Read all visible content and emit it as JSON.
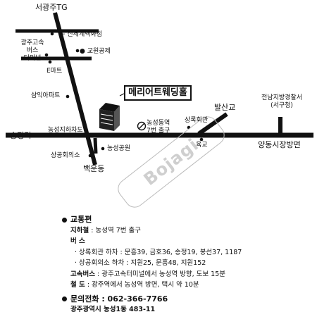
{
  "map": {
    "labels": {
      "north_station": "서광주TG",
      "shinsegae": "신세계백화점",
      "bus_terminal": "광주고속\n버스\n터미널",
      "gwangju_gongje": "교원공제",
      "emart": "E마트",
      "samik_apt": "삼익아파트",
      "nongseong_underpass": "농성지하차도",
      "songjeong": "송정리",
      "sanggong": "상공회의소",
      "nongseong_park": "농성공원",
      "baegundong": "백운동",
      "venue": "메리어트웨딩홀",
      "nongseong_station": "농성동역\n7번 출구",
      "sangrok_hall": "상록회관",
      "balsangyo": "발산교",
      "yukgyo": "육교",
      "prosecutor": "전남지방경찰서\n(서구청)",
      "yangdong": "양동시장방면"
    },
    "watermark": "Bojagi"
  },
  "info": {
    "transport_head": "교통편",
    "subway_key": "지하철",
    "subway_val": " : 농성역 7번 출구",
    "bus_key": "버    스",
    "bus_line1": "· 상록회관 하차 : 문흥39, 금호36, 송정19, 봉선37, 1187",
    "bus_line2": "· 상공회의소 하차 : 지원25, 문흥48, 지원152",
    "express_key": "고속버스",
    "express_val": " : 광주고속터미널에서 농성역 방향, 도보 15분",
    "rail_key": "철    도",
    "rail_val": " : 광주역에서 농성역 방면, 택시 약 10분",
    "phone_head": "문의전화",
    "phone_val": " : 062-366-7766",
    "address": "광주광역시 농성1동 483-11"
  }
}
